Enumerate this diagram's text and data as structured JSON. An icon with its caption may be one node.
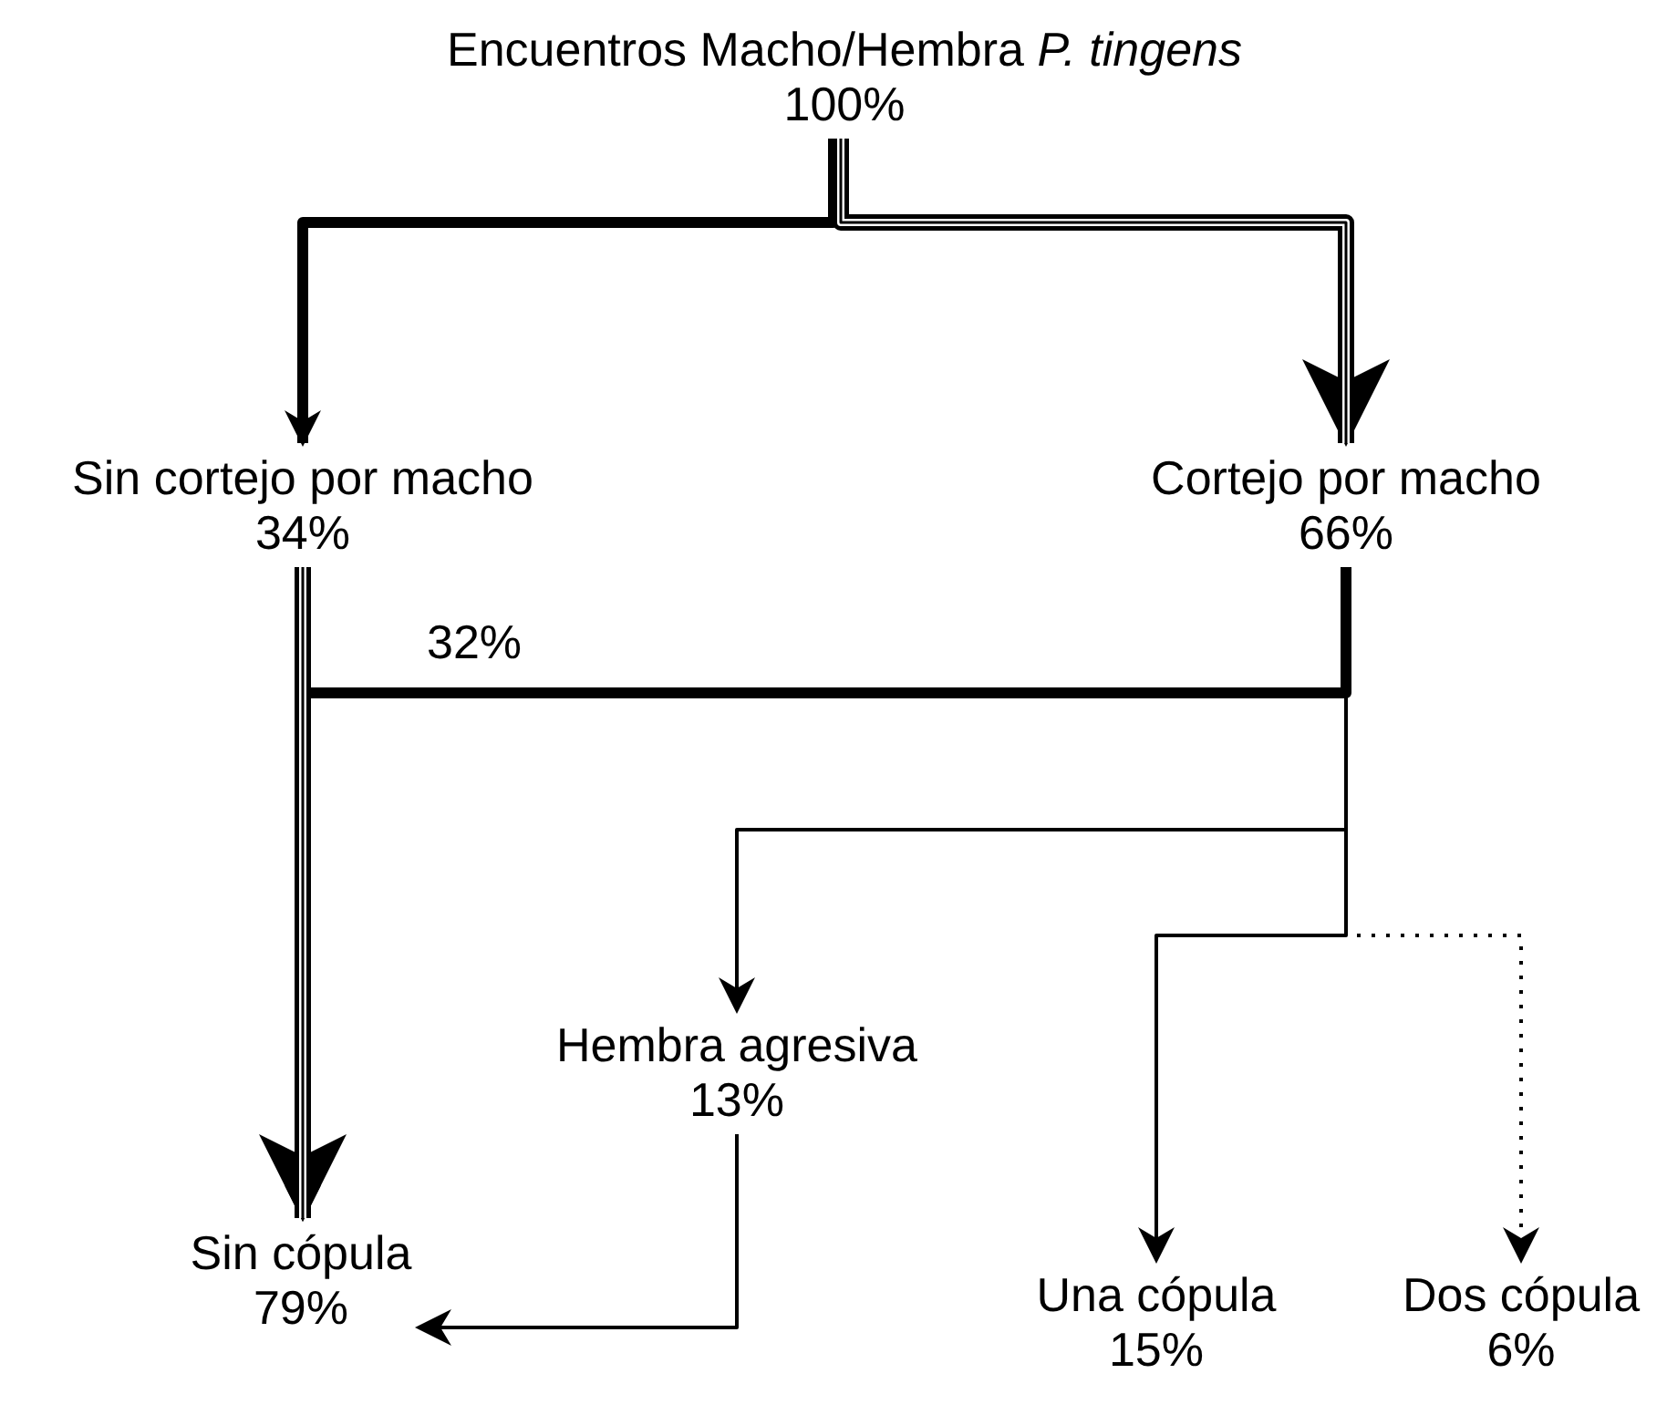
{
  "diagram": {
    "nodes": [
      {
        "text": [
          "Encuentros Macho/Hembra *P. tingens*",
          "100%"
        ]
      },
      {
        "text": [
          "Sin cortejo por macho",
          "34%"
        ]
      },
      {
        "text": [
          "Cortejo por macho",
          "66%"
        ]
      },
      {
        "text": [
          "Hembra agresiva",
          "13%"
        ]
      },
      {
        "text": [
          "Sin cópula",
          "79%"
        ]
      },
      {
        "text": [
          "Una cópula",
          "15%"
        ]
      },
      {
        "text": [
          "Dos cópula",
          "6%"
        ]
      }
    ],
    "edges": [
      {
        "from": 0,
        "to": 1,
        "arrow": "to",
        "style": "thick"
      },
      {
        "from": 0,
        "to": 2,
        "arrow": "to",
        "style": "thick"
      },
      {
        "from": 2,
        "to": 4,
        "arrow": "to",
        "style": "thick",
        "label": "32%"
      },
      {
        "from": 1,
        "to": 4,
        "arrow": "to",
        "style": "thick"
      },
      {
        "from": 2,
        "to": 3,
        "arrow": "to"
      },
      {
        "from": 2,
        "to": 5,
        "arrow": "to"
      },
      {
        "from": 2,
        "to": 6,
        "arrow": "to",
        "style": "dashed"
      },
      {
        "from": 3,
        "to": 4,
        "arrow": "to"
      }
    ]
  }
}
